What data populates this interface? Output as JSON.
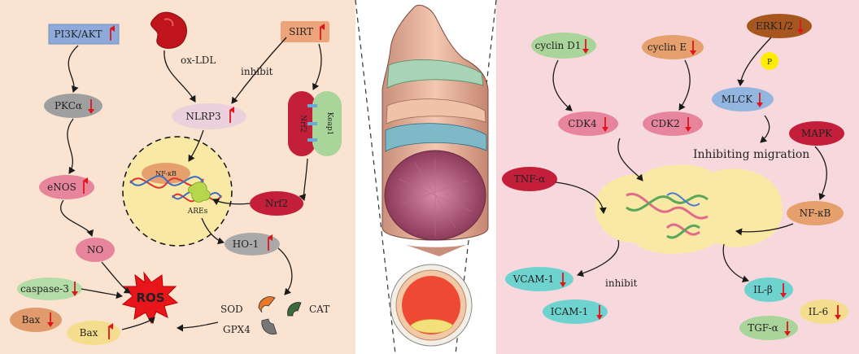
{
  "left": {
    "pi3k": "PI3K/AKT",
    "pkc": "PKCα",
    "enos": "eNOS",
    "no": "NO",
    "caspase": "caspase-3",
    "bax1": "Bax",
    "bax2": "Bax",
    "ros": "ROS",
    "oxldl": "ox-LDL",
    "sirt": "SIRT",
    "inhibit": "inhibit",
    "nlrp3": "NLRP3",
    "nrf2_complex": "Nrf2",
    "keap1": "Keap1",
    "nfkb": "NF-κB",
    "ares": "AREs",
    "nrf2": "Nrf2",
    "ho1": "HO-1",
    "sod": "SOD",
    "gpx4": "GPX4",
    "cat": "CAT"
  },
  "right": {
    "cyclin_d1": "cyclin D1",
    "cyclin_e": "cyclin E",
    "erk": "ERK1/2",
    "p": "P",
    "cdk4": "CDK4",
    "cdk2": "CDK2",
    "mlck": "MLCK",
    "mapk": "MAPK",
    "inhibit_migration": "Inhibiting migration",
    "tnf": "TNF-α",
    "nfkb": "NF-κB",
    "vcam": "VCAM-1",
    "inhibit": "inhibit",
    "icam": "ICAM-1",
    "il_beta": "IL-β",
    "il6": "IL-6",
    "tgf": "TGF-α"
  },
  "colors": {
    "left_bg": "#fbe3d2",
    "right_bg": "#f7d8dd",
    "up_arrow": "#e0151b",
    "nucleus": "#f9e9a4"
  }
}
